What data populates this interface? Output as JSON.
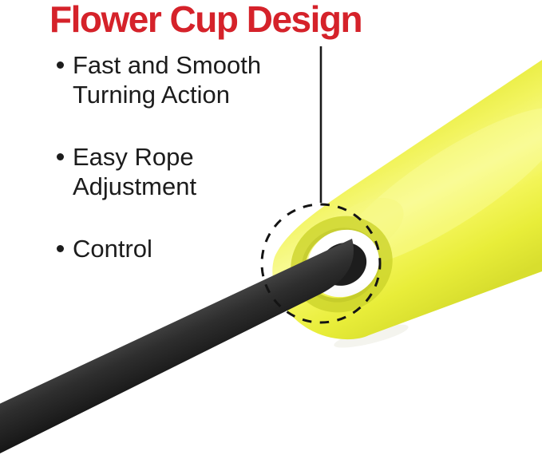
{
  "header": {
    "title": "Flower Cup Design"
  },
  "features": [
    {
      "label": "Fast and Smooth\nTurning Action"
    },
    {
      "label": "Easy Rope\nAdjustment"
    },
    {
      "label": "Control"
    }
  ],
  "colors": {
    "title_red": "#d5222a",
    "text_black": "#1c1c1c",
    "handle_yellow": "#f0f243",
    "handle_highlight": "#f8fa90",
    "handle_shadow": "#d8de2e",
    "rope_black": "#262626",
    "cup_white": "#ffffff",
    "callout_black": "#141414"
  }
}
